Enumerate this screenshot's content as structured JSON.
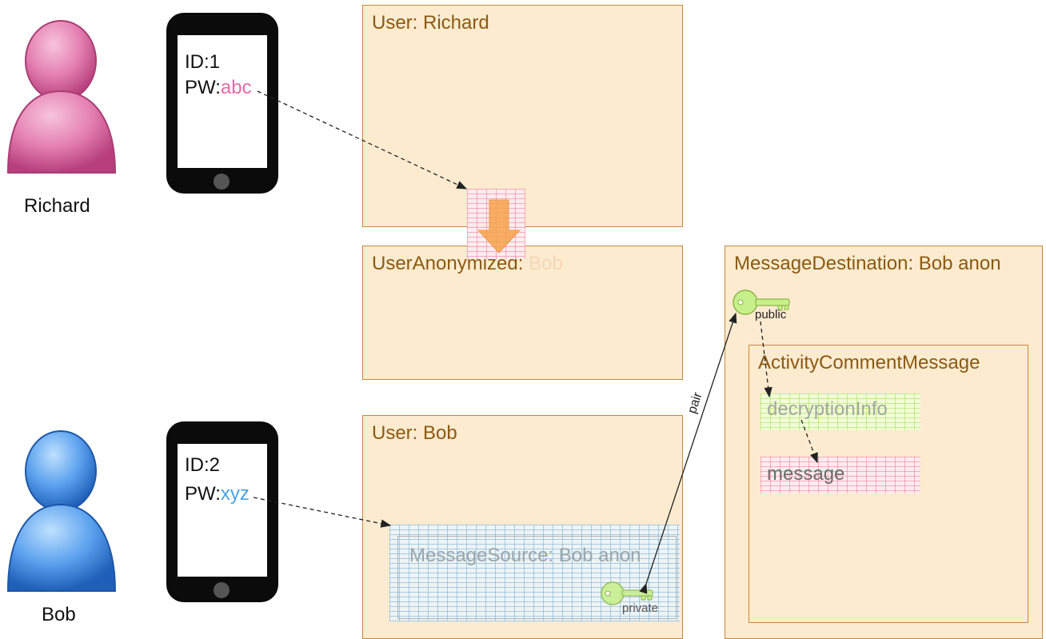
{
  "people": {
    "richard": {
      "name": "Richard",
      "color": "#d9549b"
    },
    "bob": {
      "name": "Bob",
      "color": "#2f78d8"
    }
  },
  "phones": {
    "richard": {
      "id_text": "ID:1",
      "pw_prefix": "PW:",
      "pw_value": "abc",
      "pw_color": "#e56aa8"
    },
    "bob": {
      "id_text": "ID:2",
      "pw_prefix": "PW:",
      "pw_value": "xyz",
      "pw_color": "#4aa3e6"
    }
  },
  "boxes": {
    "user_richard": {
      "title": "User: Richard"
    },
    "user_anonymized": {
      "title_prefix": "UserAnonymized:",
      "title_value": "Bob"
    },
    "user_bob": {
      "title": "User: Bob"
    },
    "message_source": {
      "title": "MessageSource: Bob anon"
    },
    "message_destination": {
      "title": "MessageDestination: Bob anon"
    },
    "activity_comment_message": {
      "title": "ActivityCommentMessage"
    }
  },
  "fields": {
    "decryption_info": "decryptionInfo",
    "message": "message"
  },
  "keys": {
    "public": {
      "label": "public"
    },
    "private": {
      "label": "private"
    }
  },
  "edges": {
    "pair_label": "pair"
  },
  "colors": {
    "box_fill": "#fdebcf",
    "box_border": "#c58a3a",
    "box_title": "#8a5a12",
    "key_green": "#c8f08a",
    "arrow_orange": "#f7a34b"
  }
}
